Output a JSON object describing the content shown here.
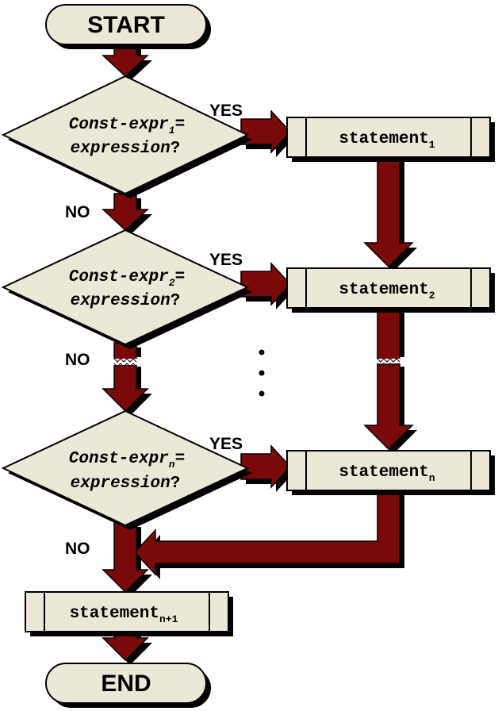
{
  "terminals": {
    "start": "START",
    "end": "END"
  },
  "conditions": [
    {
      "expr": "Const-expr",
      "subscript": "1",
      "eq": "=",
      "line2": "expression",
      "qmark": "?"
    },
    {
      "expr": "Const-expr",
      "subscript": "2",
      "eq": "=",
      "line2": "expression",
      "qmark": "?"
    },
    {
      "expr": "Const-expr",
      "subscript": "n",
      "eq": "=",
      "line2": "expression",
      "qmark": "?"
    }
  ],
  "statements": [
    {
      "base": "statement",
      "subscript": "1"
    },
    {
      "base": "statement",
      "subscript": "2"
    },
    {
      "base": "statement",
      "subscript": "n"
    },
    {
      "base": "statement",
      "subscript": "n+1"
    }
  ],
  "labels": {
    "yes": "YES",
    "no": "NO"
  },
  "colors": {
    "arrow_fill": "#7a0a0a",
    "shape_fill": "#ece8d8",
    "outline": "#000000"
  }
}
